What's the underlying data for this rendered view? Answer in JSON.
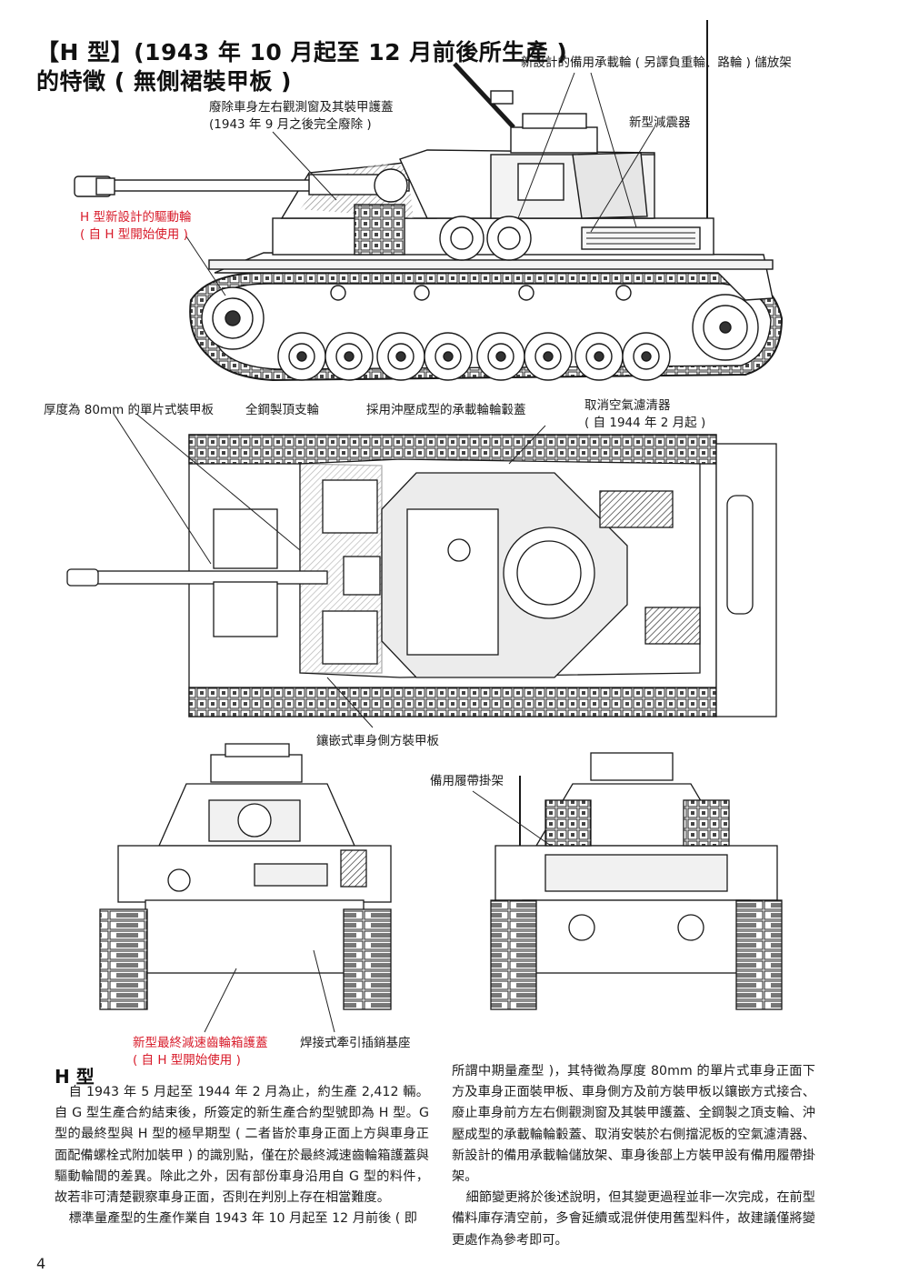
{
  "header": {
    "title_line1": "【H 型】(1943 年 10 月起至 12 月前後所生產 )",
    "title_line2": "的特徵 ( 無側裙裝甲板 )"
  },
  "labels": {
    "rack": "新設計的備用承載輪 ( 另譯負重輪、路輪 ) 儲放架",
    "vision_port_l1": "廢除車身左右觀測窗及其裝甲護蓋",
    "vision_port_l2": "(1943 年 9 月之後完全廢除 )",
    "shock_absorber": "新型減震器",
    "drive_wheel_l1": "H 型新設計的驅動輪",
    "drive_wheel_l2": "( 自 H 型開始使用 )",
    "armor_80mm": "厚度為 80mm 的單片式裝甲板",
    "steel_roller": "全鋼製頂支輪",
    "hub_cap": "採用沖壓成型的承載輪輪轂蓋",
    "air_filter_l1": "取消空氣濾清器",
    "air_filter_l2": "( 自 1944 年 2 月起 )",
    "inlaid_side_armor": "鑲嵌式車身側方裝甲板",
    "track_rack": "備用履帶掛架",
    "final_drive_l1": "新型最終減速齒輪箱護蓋",
    "final_drive_l2": "( 自 H 型開始使用 )",
    "tow_pintle": "焊接式牽引插銷基座"
  },
  "body": {
    "heading": "H 型",
    "left_paragraphs": [
      "自 1943 年 5 月起至 1944 年 2 月為止，約生產 2,412 輛。自 G 型生產合約結束後，所簽定的新生產合約型號即為 H 型。G 型的最終型與 H 型的極早期型 ( 二者皆於車身正面上方與車身正面配備螺栓式附加裝甲 ) 的識別點，僅在於最終減速齒輪箱護蓋與驅動輪間的差異。除此之外，因有部份車身沿用自 G 型的料件，故若非可清楚觀察車身正面，否則在判別上存在相當難度。",
      "標準量產型的生產作業自 1943 年 10 月起至 12 月前後 ( 即"
    ],
    "right_paragraphs": [
      "所謂中期量產型 )，其特徵為厚度 80mm 的單片式車身正面下方及車身正面裝甲板、車身側方及前方裝甲板以鑲嵌方式接合、廢止車身前方左右側觀測窗及其裝甲護蓋、全鋼製之頂支輪、沖壓成型的承載輪輪轂蓋、取消安裝於右側擋泥板的空氣濾清器、新設計的備用承載輪儲放架、車身後部上方裝甲設有備用履帶掛架。",
      "細節變更將於後述說明，但其變更過程並非一次完成，在前型備料庫存清空前，多會延續或混併使用舊型料件，故建議僅將變更處作為參考即可。"
    ]
  },
  "page_number": "4",
  "colors": {
    "text": "#111111",
    "red_label": "#d81b2a",
    "line_art": "#1a1a1a",
    "armor_fill": "#d9d9d9"
  }
}
